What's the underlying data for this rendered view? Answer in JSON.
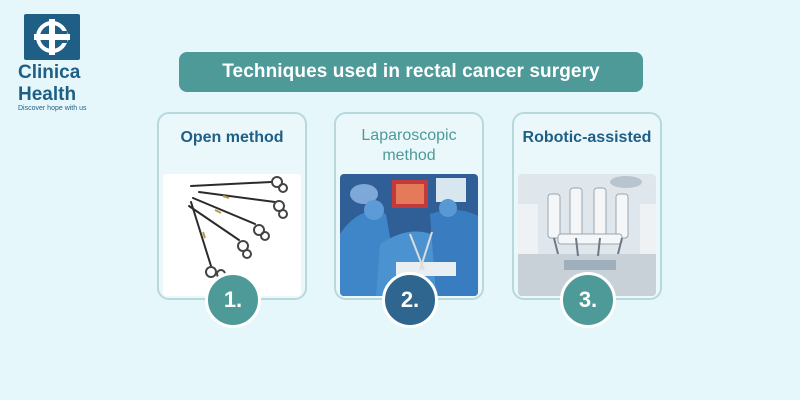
{
  "logo": {
    "name_line1": "Clinica",
    "name_line2": "Health",
    "tagline": "Discover hope with us"
  },
  "title": "Techniques used in rectal cancer surgery",
  "cards": [
    {
      "label": "Open method",
      "number": "1."
    },
    {
      "label_line1": "Laparoscopic",
      "label_line2": "method",
      "number": "2."
    },
    {
      "label": "Robotic-assisted",
      "number": "3."
    }
  ],
  "colors": {
    "background": "#e6f7fb",
    "teal": "#4e9a98",
    "navy": "#1f5f86",
    "badge_navy": "#2e6690"
  }
}
